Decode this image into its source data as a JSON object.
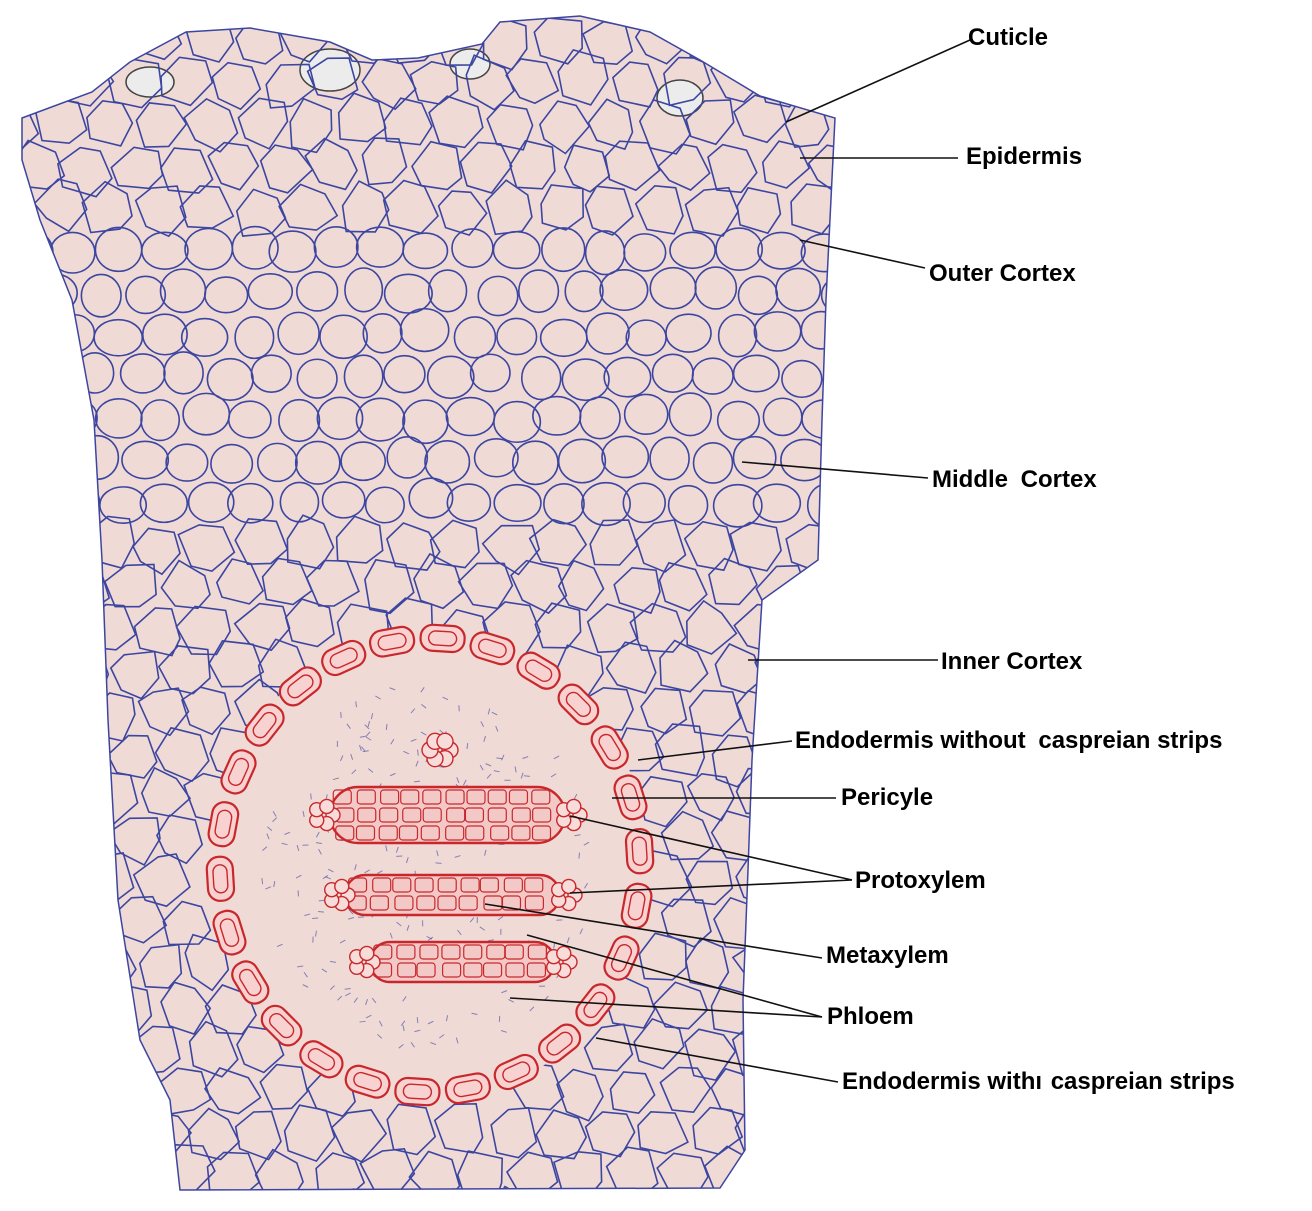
{
  "colors": {
    "tissue": "#efdad6",
    "cell_wall": "#3c46a0",
    "vascular": "#c8282c",
    "endo_fill": "#f7d2d0",
    "cuticle_gap": "#ececec",
    "leader": "#111111"
  },
  "labels": {
    "cuticle": "Cuticle",
    "epidermis": "Epidermis",
    "outer_cortex": "Outer Cortex",
    "middle_cortex_a": "Middle",
    "middle_cortex_b": "Cortex",
    "inner_cortex": "Inner Cortex",
    "endodermis_without_a": "Endodermis without",
    "endodermis_without_b": "caspreian strips",
    "pericyle": "Pericyle",
    "protoxylem": "Protoxylem",
    "metaxylem": "Metaxylem",
    "phloem": "Phloem",
    "endodermis_with_a": "Endodermis withı",
    "endodermis_with_b": "caspreian strips"
  }
}
